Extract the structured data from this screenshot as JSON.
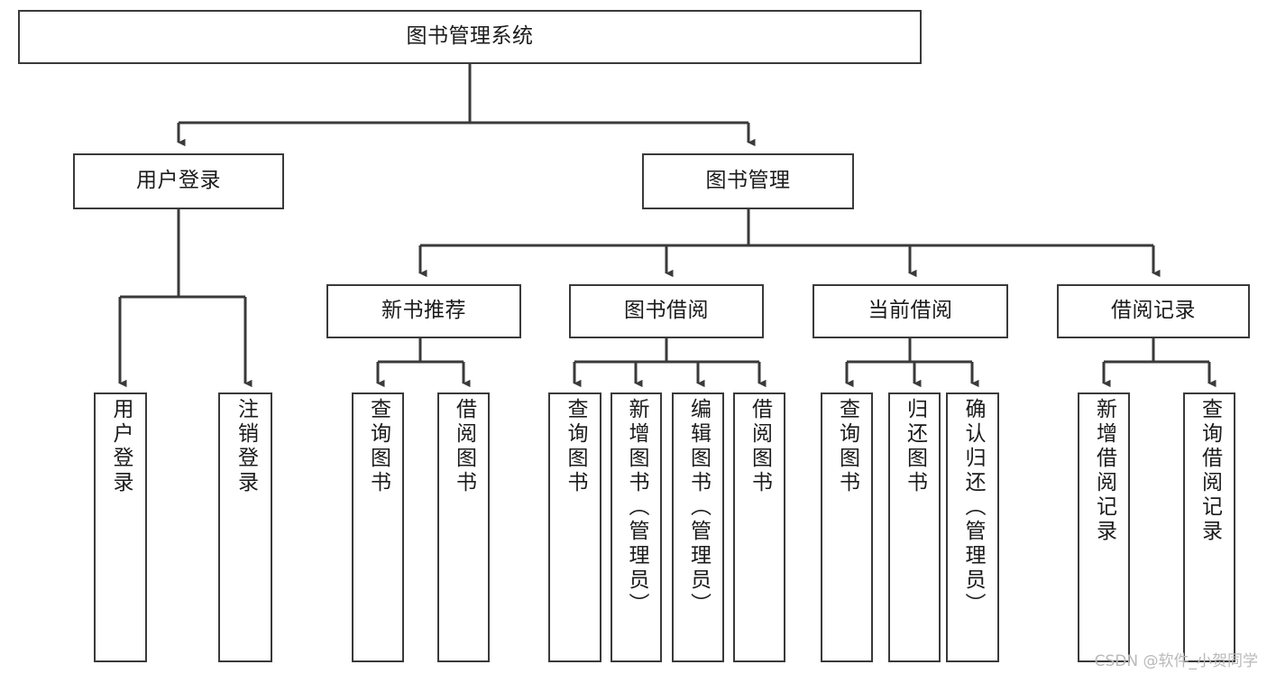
{
  "diagram": {
    "type": "tree-hierarchy-chart",
    "title": "图书管理系统",
    "watermark": "CSDN @软件_小贺同学",
    "colors": {
      "stroke": "#3a3a3a",
      "background": "#ffffff",
      "text": "#1b1b1b",
      "watermark": "#b9b9b9"
    },
    "levels": {
      "level1": [
        "图书管理系统"
      ],
      "level2": [
        "用户登录",
        "图书管理"
      ],
      "level3": [
        "新书推荐",
        "图书借阅",
        "当前借阅",
        "借阅记录"
      ],
      "level4": [
        "用户登录",
        "注销登录",
        "查询图书",
        "借阅图书",
        "查询图书",
        "新增图书（管理员）",
        "编辑图书（管理员）",
        "借阅图书",
        "查询图书",
        "归还图书",
        "确认归还（管理员）",
        "新增借阅记录",
        "查询借阅记录"
      ]
    },
    "nodes": {
      "root": {
        "label": "图书管理系统"
      },
      "user_login": {
        "label": "用户登录"
      },
      "book_manage": {
        "label": "图书管理"
      },
      "new_book_rec": {
        "label": "新书推荐"
      },
      "book_borrow": {
        "label": "图书借阅"
      },
      "current_borrow": {
        "label": "当前借阅"
      },
      "borrow_record": {
        "label": "借阅记录"
      },
      "leaf_user_login": {
        "label": "用户登录"
      },
      "leaf_logout": {
        "label": "注销登录"
      },
      "leaf_query_book_1": {
        "label": "查询图书"
      },
      "leaf_borrow_book_1": {
        "label": "借阅图书"
      },
      "leaf_query_book_2": {
        "label": "查询图书"
      },
      "leaf_add_book_admin": {
        "label": "新增图书（管理员）"
      },
      "leaf_edit_book_admin": {
        "label": "编辑图书（管理员）"
      },
      "leaf_borrow_book_2": {
        "label": "借阅图书"
      },
      "leaf_query_book_3": {
        "label": "查询图书"
      },
      "leaf_return_book": {
        "label": "归还图书"
      },
      "leaf_confirm_return_admin": {
        "label": "确认归还（管理员）"
      },
      "leaf_add_borrow_record": {
        "label": "新增借阅记录"
      },
      "leaf_query_borrow_record": {
        "label": "查询借阅记录"
      }
    },
    "edges": [
      {
        "from": "root",
        "to": "user_login"
      },
      {
        "from": "root",
        "to": "book_manage"
      },
      {
        "from": "user_login",
        "to": "leaf_user_login"
      },
      {
        "from": "user_login",
        "to": "leaf_logout"
      },
      {
        "from": "book_manage",
        "to": "new_book_rec"
      },
      {
        "from": "book_manage",
        "to": "book_borrow"
      },
      {
        "from": "book_manage",
        "to": "current_borrow"
      },
      {
        "from": "book_manage",
        "to": "borrow_record"
      },
      {
        "from": "new_book_rec",
        "to": "leaf_query_book_1"
      },
      {
        "from": "new_book_rec",
        "to": "leaf_borrow_book_1"
      },
      {
        "from": "book_borrow",
        "to": "leaf_query_book_2"
      },
      {
        "from": "book_borrow",
        "to": "leaf_add_book_admin"
      },
      {
        "from": "book_borrow",
        "to": "leaf_edit_book_admin"
      },
      {
        "from": "book_borrow",
        "to": "leaf_borrow_book_2"
      },
      {
        "from": "current_borrow",
        "to": "leaf_query_book_3"
      },
      {
        "from": "current_borrow",
        "to": "leaf_return_book"
      },
      {
        "from": "current_borrow",
        "to": "leaf_confirm_return_admin"
      },
      {
        "from": "borrow_record",
        "to": "leaf_add_borrow_record"
      },
      {
        "from": "borrow_record",
        "to": "leaf_query_borrow_record"
      }
    ]
  }
}
